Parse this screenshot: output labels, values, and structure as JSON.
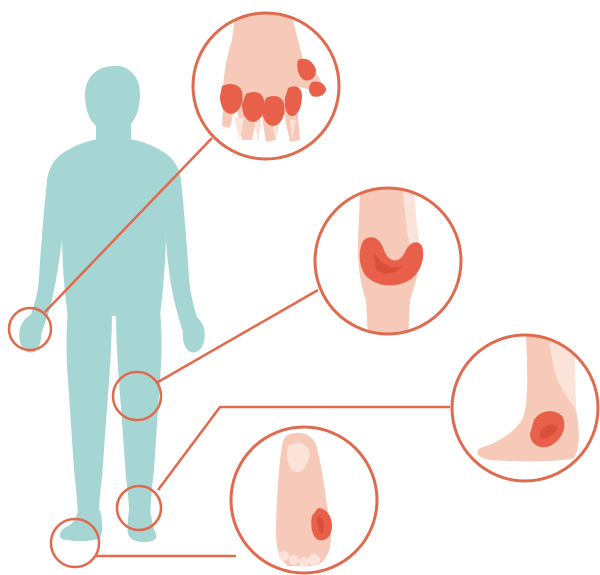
{
  "diagram": {
    "figure": "human-silhouette",
    "callouts": [
      {
        "id": "hand",
        "region": "hand"
      },
      {
        "id": "knee",
        "region": "knee"
      },
      {
        "id": "heel",
        "region": "heel"
      },
      {
        "id": "big-toe",
        "region": "big toe"
      }
    ]
  },
  "colors": {
    "silhouette": "#a6d6d4",
    "accent": "#e06a4e",
    "inflammation": "#e8604a",
    "skin": "#f6c9b8",
    "skin_light": "#fbe3d9",
    "background": "#ffffff"
  }
}
